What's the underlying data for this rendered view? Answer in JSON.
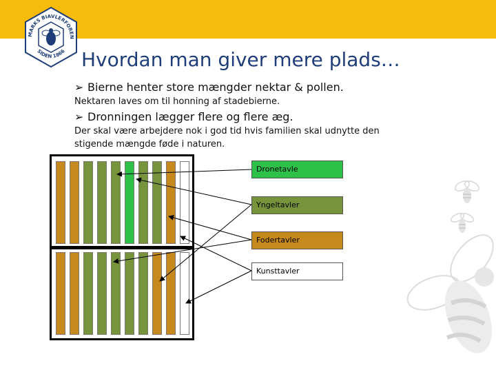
{
  "header": {
    "logo": {
      "text_top": "DANMARKS BIAVLERFORENING",
      "text_bottom": "SIDEN 1866"
    },
    "title": "Hvordan man giver mere plads…"
  },
  "content": {
    "bullet1": "Bierne henter store mængder nektar & pollen.",
    "sub1": "Nektaren laves om til honning af stadebierne.",
    "bullet2": "Dronningen lægger flere og flere æg.",
    "sub2_line1": "Der skal være arbejdere nok i god tid hvis familien skal udnytte den",
    "sub2_line2": "stigende mængde føde i naturen."
  },
  "legend": [
    {
      "label": "Dronetavle",
      "color": "#2ec14a"
    },
    {
      "label": "Yngeltavler",
      "color": "#77933c"
    },
    {
      "label": "Fodertavler",
      "color": "#c6891e"
    },
    {
      "label": "Kunsttavler",
      "color": "#ffffff"
    }
  ],
  "colors": {
    "topbar": "#f7bb0c",
    "title": "#1f3d79",
    "fodertavle": "#c6891e",
    "yngeltavle": "#77933c",
    "dronetavle": "#2ec14a",
    "kunsttavle": "#ffffff"
  },
  "icons": {
    "bullet": "arrow-bullet-icon",
    "decoration": "bee-icon"
  }
}
